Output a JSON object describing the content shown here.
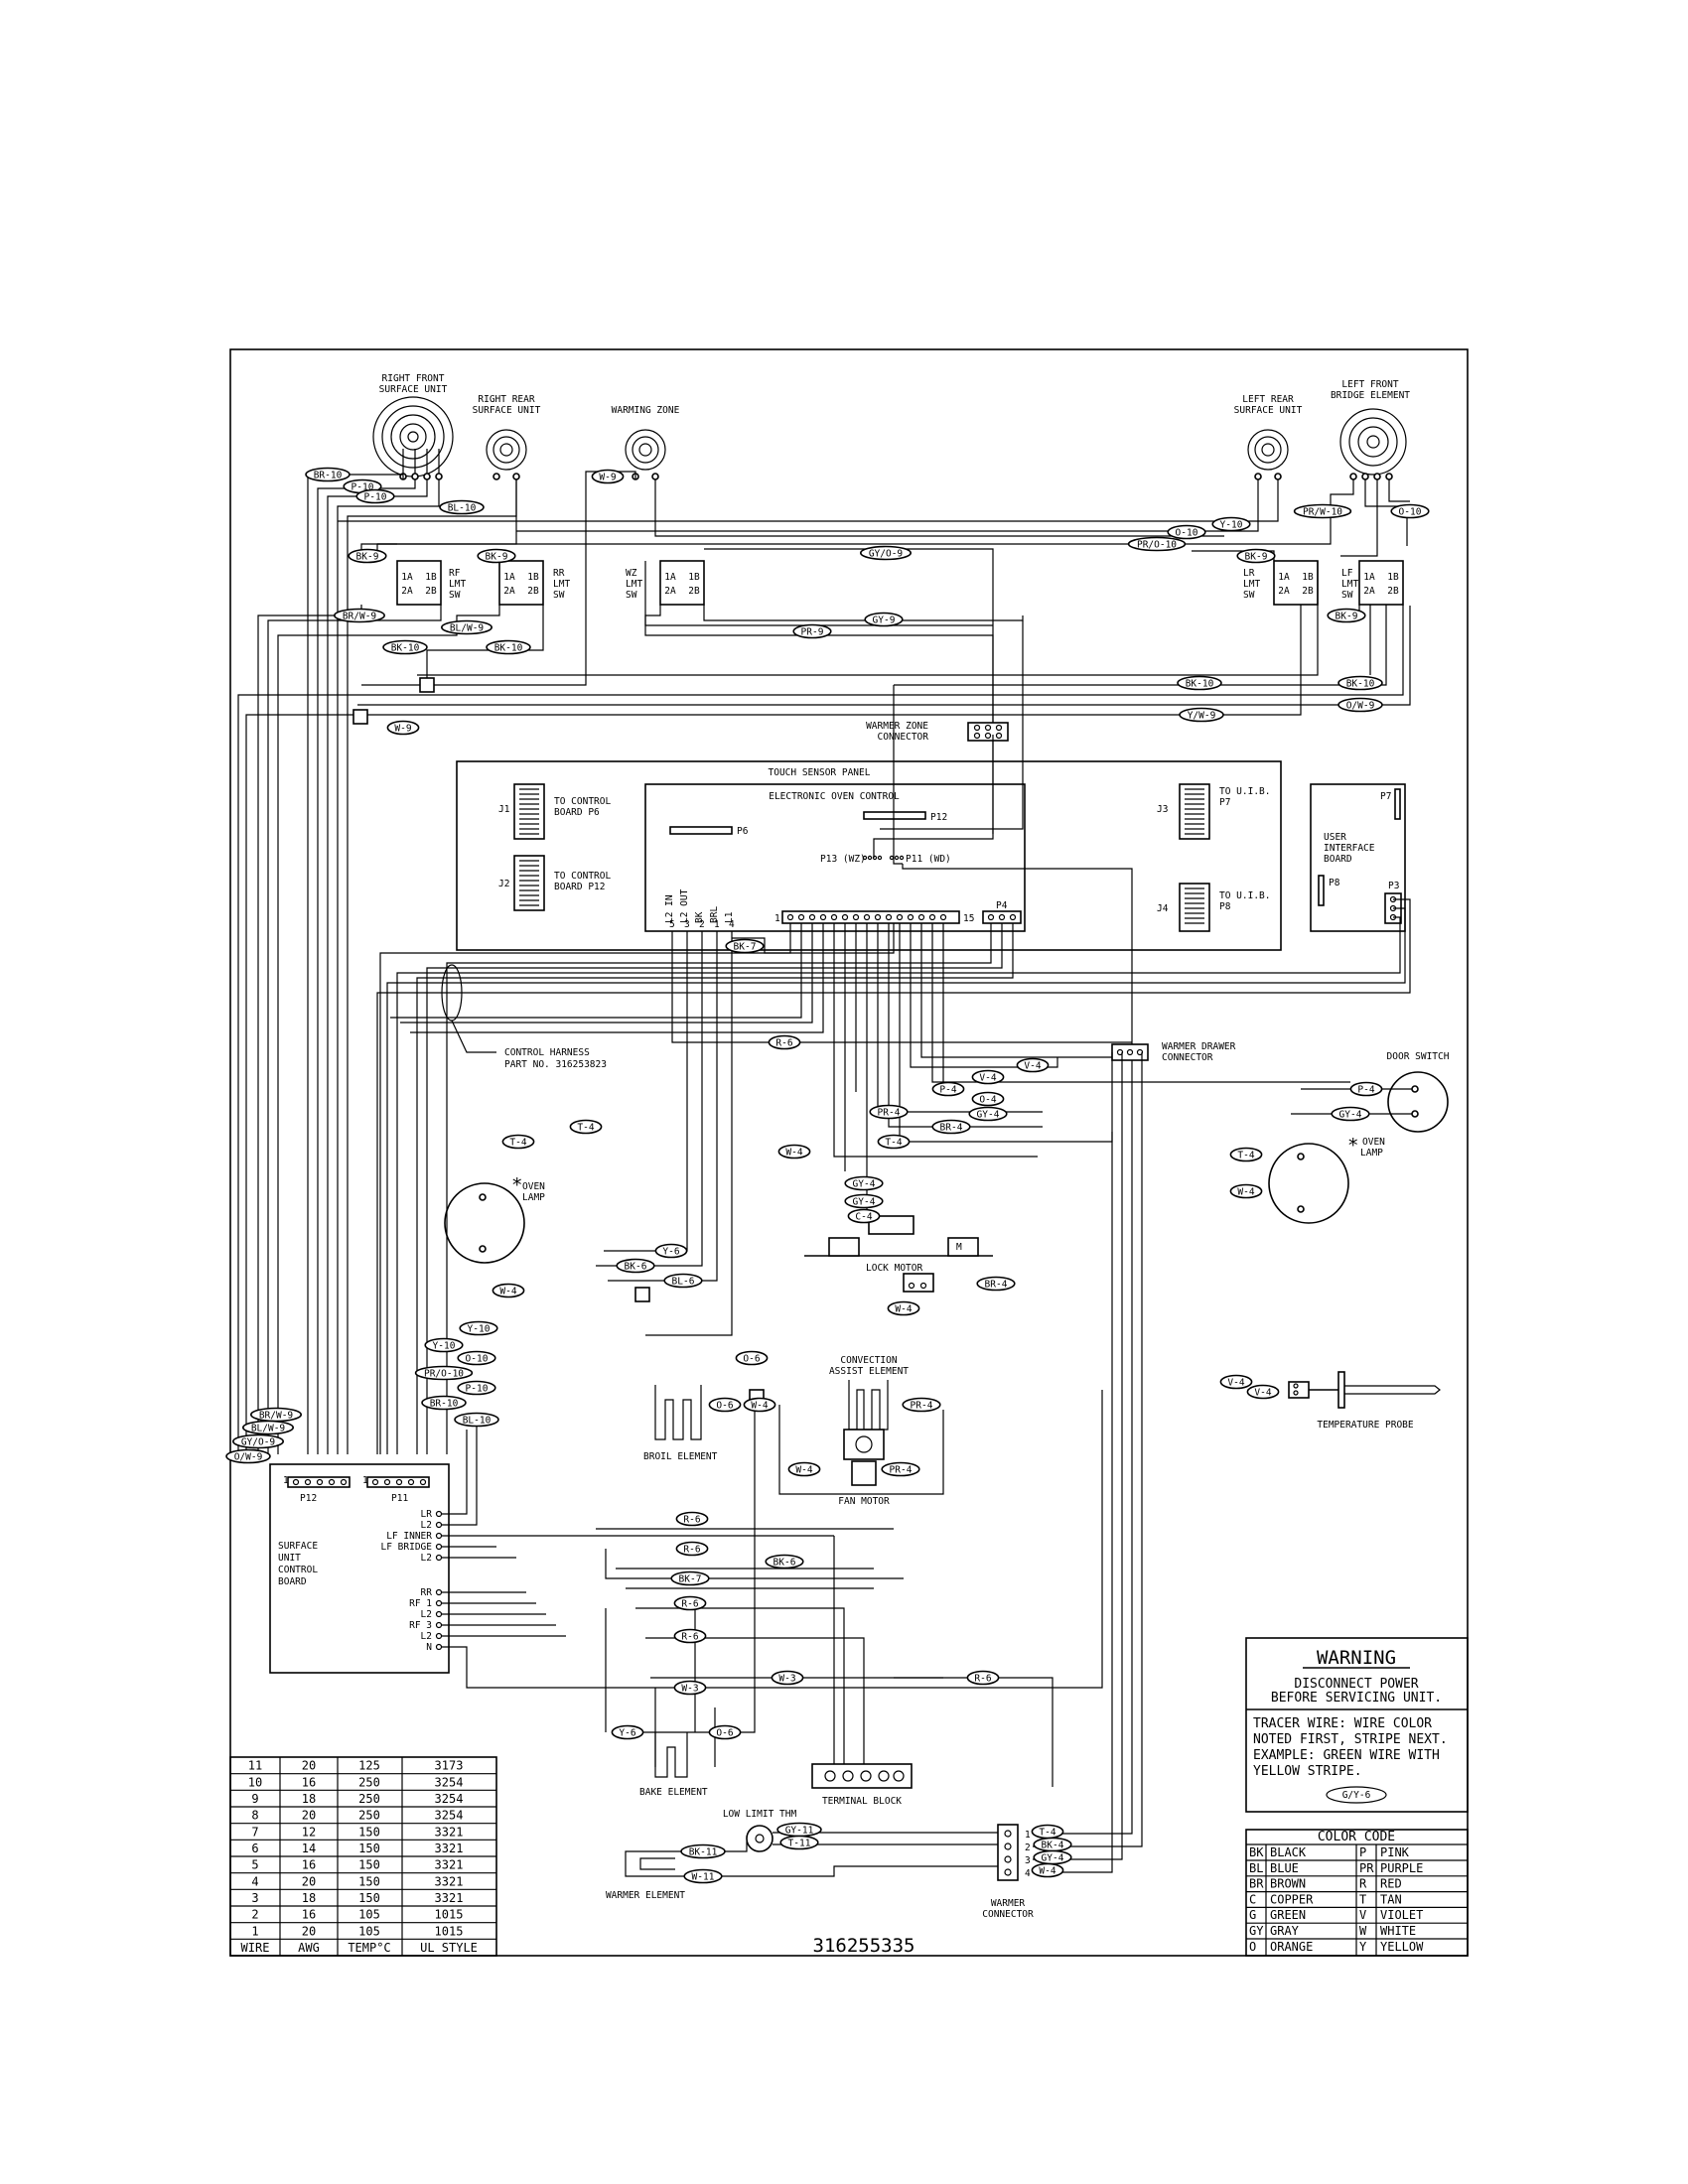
{
  "components": {
    "rf_unit": [
      "RIGHT FRONT",
      "SURFACE UNIT"
    ],
    "rr_unit": [
      "RIGHT REAR",
      "SURFACE UNIT"
    ],
    "warming_zone": "WARMING ZONE",
    "lr_unit": [
      "LEFT REAR",
      "SURFACE UNIT"
    ],
    "lf_unit": [
      "LEFT FRONT",
      "BRIDGE ELEMENT"
    ],
    "rf_switch": [
      "RF",
      "LMT",
      "SW"
    ],
    "rr_switch": [
      "RR",
      "LMT",
      "SW"
    ],
    "wz_switch": [
      "WZ",
      "LMT",
      "SW"
    ],
    "lr_switch": [
      "LR",
      "LMT",
      "SW"
    ],
    "lf_switch": [
      "LF",
      "LMT",
      "SW"
    ],
    "switch_terminals": [
      "1A",
      "1B",
      "2A",
      "2B"
    ],
    "warmer_zone_connector": [
      "WARMER ZONE",
      "CONNECTOR"
    ],
    "touch_sensor_panel": "TOUCH SENSOR PANEL",
    "electronic_oven_control": "ELECTRONIC OVEN CONTROL",
    "j1": "J1",
    "j1_label": [
      "TO CONTROL",
      "BOARD P6"
    ],
    "j2": "J2",
    "j2_label": [
      "TO CONTROL",
      "BOARD P12"
    ],
    "j3": "J3",
    "j3_label": [
      "TO U.I.B.",
      "P7"
    ],
    "j4": "J4",
    "j4_label": [
      "TO U.I.B.",
      "P8"
    ],
    "p6": "P6",
    "p12_top": "P12",
    "p13": "P13 (WZ)",
    "p11": "P11 (WD)",
    "p4": "P4",
    "p4_pin1": "1",
    "p4_pin15": "15",
    "eoc_pins": [
      "L2 IN",
      "L2 OUT",
      "BK",
      "BRL",
      "L1"
    ],
    "eoc_pin_nums": [
      "5",
      "3",
      "2",
      "1",
      "4"
    ],
    "uib": [
      "USER",
      "INTERFACE",
      "BOARD"
    ],
    "uib_p7": "P7",
    "uib_p8": "P8",
    "uib_p3": "P3",
    "control_harness": [
      "CONTROL HARNESS",
      "PART NO. 316253823"
    ],
    "warmer_drawer_connector": [
      "WARMER DRAWER",
      "CONNECTOR"
    ],
    "door_switch": "DOOR SWITCH",
    "oven_lamp": [
      "OVEN",
      "LAMP"
    ],
    "asterisk": "*",
    "lock_motor": "LOCK MOTOR",
    "lock_m": "M",
    "broil_element": "BROIL ELEMENT",
    "convection": [
      "CONVECTION",
      "ASSIST ELEMENT"
    ],
    "fan_motor": "FAN MOTOR",
    "temperature_probe": "TEMPERATURE PROBE",
    "p12_bottom": "P12",
    "p11_bottom": "P11",
    "scb_pin1": "1",
    "surface_control_board": [
      "SURFACE",
      "UNIT",
      "CONTROL",
      "BOARD"
    ],
    "scb_terminals": [
      "LR",
      "L2",
      "LF INNER",
      "LF BRIDGE",
      "L2",
      "RR",
      "RF 1",
      "L2",
      "RF 3",
      "L2",
      "N"
    ],
    "bake_element": "BAKE ELEMENT",
    "terminal_block": "TERMINAL BLOCK",
    "low_limit_thm": "LOW LIMIT THM",
    "warmer_element": "WARMER ELEMENT",
    "warmer_connector": [
      "WARMER",
      "CONNECTOR"
    ],
    "warmer_conn_pins": [
      "1",
      "2",
      "3",
      "4"
    ],
    "part_number": "316255335"
  },
  "wire_tags": {
    "t1": "BR-10",
    "t2": "P-10",
    "t3": "P-10",
    "t4": "BL-10",
    "t5": "W-9",
    "t6": "Y-10",
    "t7": "PR/W-10",
    "t8": "O-10",
    "t9": "O-10",
    "t10": "PR/O-10",
    "t11": "BK-9",
    "t12": "BK-9",
    "t13": "GY/O-9",
    "t14": "BK-9",
    "t15": "BR/W-9",
    "t16": "BL/W-9",
    "t17": "GY-9",
    "t18": "PR-9",
    "t19": "BK-9",
    "t20": "BK-10",
    "t21": "BK-10",
    "t22": "BK-10",
    "t23": "BK-10",
    "t24": "Y/W-9",
    "t25": "O/W-9",
    "t26": "W-9",
    "t27": "BK-7",
    "t28": "R-6",
    "t29": "V-4",
    "t30": "V-4",
    "t31": "P-4",
    "t32": "O-4",
    "t33": "GY-4",
    "t34": "P-4",
    "t35": "GY-4",
    "t36": "PR-4",
    "t37": "BR-4",
    "t38": "T-4",
    "t39": "T-4",
    "t40": "W-4",
    "t41": "T-4",
    "t42": "T-4",
    "t43": "GY-4",
    "t44": "GY-4",
    "t45": "C-4",
    "t46": "W-4",
    "t47": "Y-6",
    "t48": "BK-6",
    "t49": "BL-6",
    "t50": "W-4",
    "t51": "BR-4",
    "t52": "W-4",
    "t53": "Y-10",
    "t54": "Y-10",
    "t55": "O-10",
    "t56": "PR/O-10",
    "t57": "P-10",
    "t58": "BR-10",
    "t59": "BL-10",
    "t60": "O-6",
    "t61": "O-6",
    "t62": "W-4",
    "t63": "PR-4",
    "t64": "W-4",
    "t65": "PR-4",
    "t66": "V-4",
    "t67": "V-4",
    "t68": "BR/W-9",
    "t69": "BL/W-9",
    "t70": "GY/O-9",
    "t71": "O/W-9",
    "t72": "R-6",
    "t73": "R-6",
    "t74": "BK-6",
    "t75": "BK-7",
    "t76": "R-6",
    "t77": "R-6",
    "t78": "R-6",
    "t79": "W-3",
    "t80": "W-3",
    "t81": "Y-6",
    "t82": "O-6",
    "t83": "GY-11",
    "t84": "T-11",
    "t85": "BK-11",
    "t86": "W-11",
    "t87": "T-4",
    "t88": "BK-4",
    "t89": "GY-4",
    "t90": "W-4"
  },
  "warning": {
    "title": "WARNING",
    "line1": "DISCONNECT POWER",
    "line2": "BEFORE SERVICING UNIT.",
    "tracer": [
      "TRACER WIRE:  WIRE COLOR",
      "NOTED FIRST, STRIPE NEXT.",
      "EXAMPLE:  GREEN WIRE WITH",
      "YELLOW STRIPE."
    ],
    "example_tag": "G/Y-6"
  },
  "color_code": {
    "title": "COLOR CODE",
    "rows": [
      [
        "BK",
        "BLACK",
        "P",
        "PINK"
      ],
      [
        "BL",
        "BLUE",
        "PR",
        "PURPLE"
      ],
      [
        "BR",
        "BROWN",
        "R",
        "RED"
      ],
      [
        "C",
        "COPPER",
        "T",
        "TAN"
      ],
      [
        "G",
        "GREEN",
        "V",
        "VIOLET"
      ],
      [
        "GY",
        "GRAY",
        "W",
        "WHITE"
      ],
      [
        "O",
        "ORANGE",
        "Y",
        "YELLOW"
      ]
    ]
  },
  "wire_table": {
    "headers": [
      "WIRE",
      "AWG",
      "TEMP°C",
      "UL STYLE"
    ],
    "rows": [
      [
        "11",
        "20",
        "125",
        "3173"
      ],
      [
        "10",
        "16",
        "250",
        "3254"
      ],
      [
        "9",
        "18",
        "250",
        "3254"
      ],
      [
        "8",
        "20",
        "250",
        "3254"
      ],
      [
        "7",
        "12",
        "150",
        "3321"
      ],
      [
        "6",
        "14",
        "150",
        "3321"
      ],
      [
        "5",
        "16",
        "150",
        "3321"
      ],
      [
        "4",
        "20",
        "150",
        "3321"
      ],
      [
        "3",
        "18",
        "150",
        "3321"
      ],
      [
        "2",
        "16",
        "105",
        "1015"
      ],
      [
        "1",
        "20",
        "105",
        "1015"
      ]
    ]
  }
}
